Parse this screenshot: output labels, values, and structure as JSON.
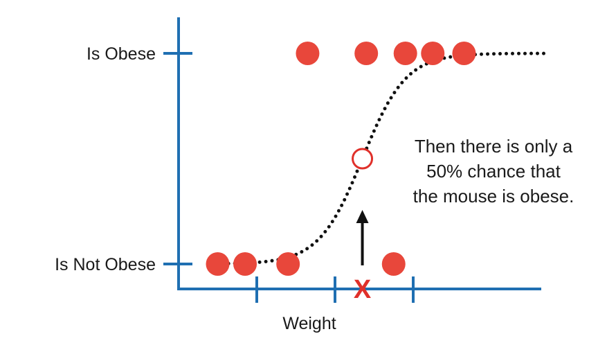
{
  "chart_data": {
    "type": "scatter",
    "title": "",
    "xlabel": "Weight",
    "ylabel": "",
    "y_categories": [
      "Is Not Obese",
      "Is Obese"
    ],
    "xlim": [
      0,
      5.3
    ],
    "ylim": [
      0,
      1
    ],
    "points_obese": [
      1.65,
      2.4,
      2.9,
      3.25,
      3.65
    ],
    "points_not_obese": [
      0.5,
      0.85,
      1.4,
      2.75
    ],
    "probe": {
      "x": 2.35,
      "probability": 0.5,
      "marker_label": "X"
    },
    "annotation": [
      "Then there is only a",
      "50% chance that",
      "the mouse is obese."
    ],
    "curve": {
      "style": "dotted",
      "shape": "logistic",
      "midpoint": 2.35,
      "x_start": 0.4,
      "x_end": 4.7
    },
    "colors": {
      "axis": "#1f6fb2",
      "point": "#e8473b",
      "curve": "#111111",
      "x_marker": "#e0302a",
      "arrow": "#111111"
    },
    "x_ticks": [
      1,
      2,
      3
    ]
  }
}
